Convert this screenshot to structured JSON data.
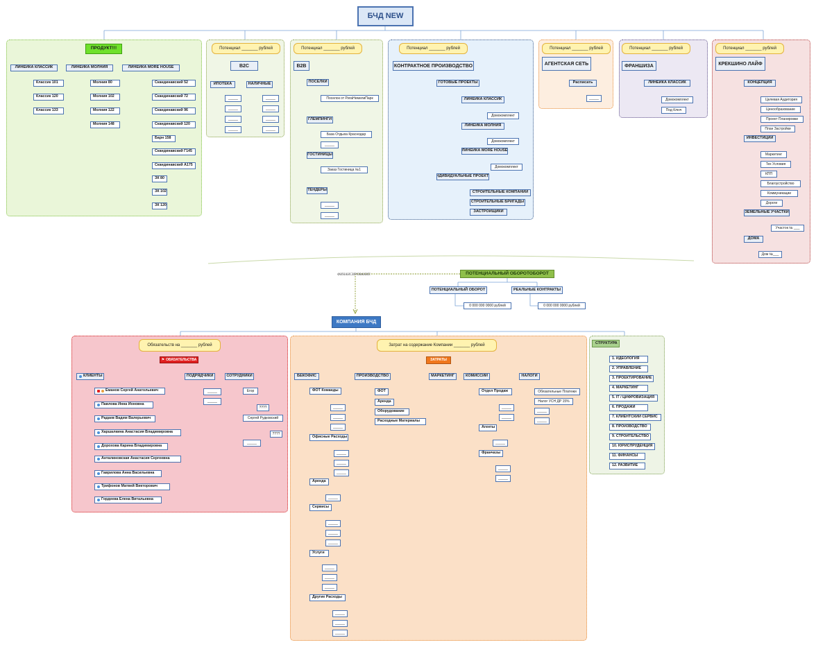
{
  "root": "БЧД NEW",
  "product": {
    "title": "ПРОДУКТ!!!",
    "lines": [
      {
        "name": "ЛИНЕЙКА КЛАССИК",
        "items": [
          "Классик 101",
          "Классик 120",
          "Классик 133"
        ]
      },
      {
        "name": "ЛИНЕЙКА МОЛНИЯ",
        "items": [
          "Молния 80",
          "Молния 102",
          "Молния 122",
          "Молния 148"
        ]
      },
      {
        "name": "ЛИНЕЙКА MORE HOUSE",
        "items": [
          "Скандинавский 52",
          "Скандинавский 72",
          "Скандинавский 96",
          "Скандинавский 120",
          "Барн 158",
          "Скандинавский Г145",
          "Скандинавский А175",
          "ЗК 80",
          "ЗК 102",
          "ЗК 120"
        ]
      }
    ]
  },
  "b2c": {
    "potential": "Потенциал _______ рублей",
    "title": "B2C",
    "children": [
      "ИПОТЕКА",
      "НАЛИЧНЫЕ"
    ],
    "blank": "_____"
  },
  "b2b": {
    "potential": "Потенциал _______ рублей",
    "title": "B2B",
    "children": [
      {
        "name": "ПОСЕЛКИ",
        "items": [
          "Поселок от РигаНемелиПарк"
        ]
      },
      {
        "name": "ГЛЕМПИНГИ",
        "items": [
          "База Отдыха Краснодар",
          "_____"
        ]
      },
      {
        "name": "ГОСТИНИЦЫ",
        "items": [
          "Заказ Гостиница №1"
        ]
      },
      {
        "name": "ТЕНДЕРЫ",
        "items": [
          "_____",
          "_____"
        ]
      }
    ]
  },
  "contract": {
    "potential": "Потенциал _______ рублей",
    "title": "КОНТРАКТНОЕ ПРОИЗВОДСТВО",
    "ready": "ГОТОВЫЕ ПРОЕКТЫ",
    "lines": [
      "ЛИНЕЙКА КЛАССИК",
      "ЛИНЕЙКА МОЛНИЯ",
      "ЛИНЕЙКА MORE HOUSE"
    ],
    "sub": "Домокомплект",
    "individual": "ИНДИВИДУАЛЬНЫЕ ПРОЕКТЫ",
    "ind_items": [
      "СТРОИТЕЛЬНЫЕ КОМПАНИИ",
      "СТРОИТЕЛЬНЫЕ БРИГАДЫ",
      "ЗАСТРОЙЩИКИ"
    ]
  },
  "agent": {
    "potential": "Потенциал _______ рублей",
    "title": "АГЕНТСКАЯ СЕТЬ",
    "child": "Расписать",
    "blank": "_____"
  },
  "franchise": {
    "potential": "Потенциал _______ рублей",
    "title": "ФРАНШИЗА",
    "line": "ЛИНЕЙКА КЛАССИК",
    "items": [
      "Домокомплект",
      "Под Ключ"
    ]
  },
  "kreksh": {
    "potential": "Потенциал _______ рублей",
    "title": "КРЕКШИНО ЛАЙФ",
    "groups": [
      {
        "name": "КОНЦЕПЦИЯ",
        "items": [
          "Целевая Аудитория",
          "Ценообразование",
          "Проект Планировки",
          "План Застройки"
        ]
      },
      {
        "name": "ИНВЕСТИЦИИ",
        "items": [
          "Маркетинг",
          "Тех Условия",
          "КПП",
          "Благоустройство",
          "Коммуникации",
          "Дороги"
        ]
      },
      {
        "name": "ЗЕМЕЛЬНЫЕ УЧАСТКИ",
        "items": [
          "Участок № ___"
        ]
      },
      {
        "name": "ДОМА",
        "items": [
          "Дом №___"
        ]
      }
    ]
  },
  "financing": "ФИНАНСИРОВАНИЕ",
  "turnover": {
    "title": "ПОТЕНЦИАЛЬНЫЙ ОБОРОТОБОРОТ",
    "potential": "ПОТЕНЦИАЛЬНЫЙ ОБОРОТ",
    "real": "РЕАЛЬНЫЕ КОНТРАКТЫ",
    "potential_value": "0 000 000 0000  рублей",
    "real_value": "0 000 000 0000  рублей"
  },
  "company": "КОМПАНИЯ БЧД",
  "obligations": {
    "header": "Обязательств на  _______ рублей",
    "badge": "ОБЯЗАТЕЛЬСТВА",
    "clients_title": "КЛИЕНТЫ",
    "clients": [
      "Еманов Сергей Анатольевич",
      "Павлова Инна Ионовна",
      "Радаев Вадим Валерьевич",
      "Харшалкина Анастасия Владимировна",
      "Дорохова Карина Владимировна",
      "Анталиновская Анастасия Сергеевна",
      "Гаврилова Анна Васильевна",
      "Трифонов Матвей Викторович",
      "Гордеева Елена Витальевна"
    ],
    "contractors_title": "ПОДРЯДЧИКИ",
    "employees_title": "СОТРУДНИКИ",
    "employees": [
      "Егор",
      "????",
      "Сергей Рудковский",
      "????"
    ],
    "blank": "_____"
  },
  "costs": {
    "header": "Затрат на содержание  Компании _______ рублей",
    "badge": "ЗАТРАТЫ",
    "backoffice": {
      "title": "БЕКОФИС",
      "groups": [
        "ФОТ Команды",
        "Офисные Расходы",
        "Аренда",
        "Сервисы",
        "Услуги",
        "Другие Расходы"
      ]
    },
    "production": {
      "title": "ПРОИЗВОДСТВО",
      "items": [
        "ФОТ",
        "Аренда",
        "Оборудование",
        "Расходные Материалы"
      ]
    },
    "marketing": "МАРКЕТИНГ",
    "commissions": {
      "title": "КОМИССИИ",
      "items": [
        "Отдел Продаж",
        "Агенты",
        "Франчазы"
      ]
    },
    "taxes": {
      "title": "НАЛОГИ",
      "items": [
        "Обязательные Платежи",
        "Налог УСН ДР 15%"
      ]
    },
    "blank": "_____"
  },
  "structure": {
    "title": "СТРУКТУРА",
    "items": [
      "1. ИДЕОЛОГИЯ",
      "2. УПРАВЛЕНИЕ",
      "3. ПРОЕКТИРОВАНИЕ",
      "4. МАРКЕТИНГ",
      "5. IT / ЦИФРОВИЗАЦИЯ",
      "6. ПРОДАЖИ",
      "7. КЛИЕНТСКИЙ СЕРВИС",
      "8. ПРОИЗВОДСТВО",
      "9. СТРОИТЕЛЬСТВО",
      "10. ЮРИСПРУДЕНЦИЯ",
      "11. ФИНАНСЫ",
      "12. РАЗВИТИЕ"
    ]
  },
  "colors": {
    "line": "#7aa3d6",
    "node_border": "#4a72b0",
    "product_group": "#eaf6d9",
    "sales_group": "#f0f6e6",
    "contract_group": "#e6f1fb",
    "agent_group": "#fdeee0",
    "franchise_group": "#ece8f3",
    "kreksh_group": "#f6e1e1",
    "obligations_group": "#f6c6cc",
    "costs_group": "#fbe0c7",
    "structure_group": "#eef4e6"
  }
}
